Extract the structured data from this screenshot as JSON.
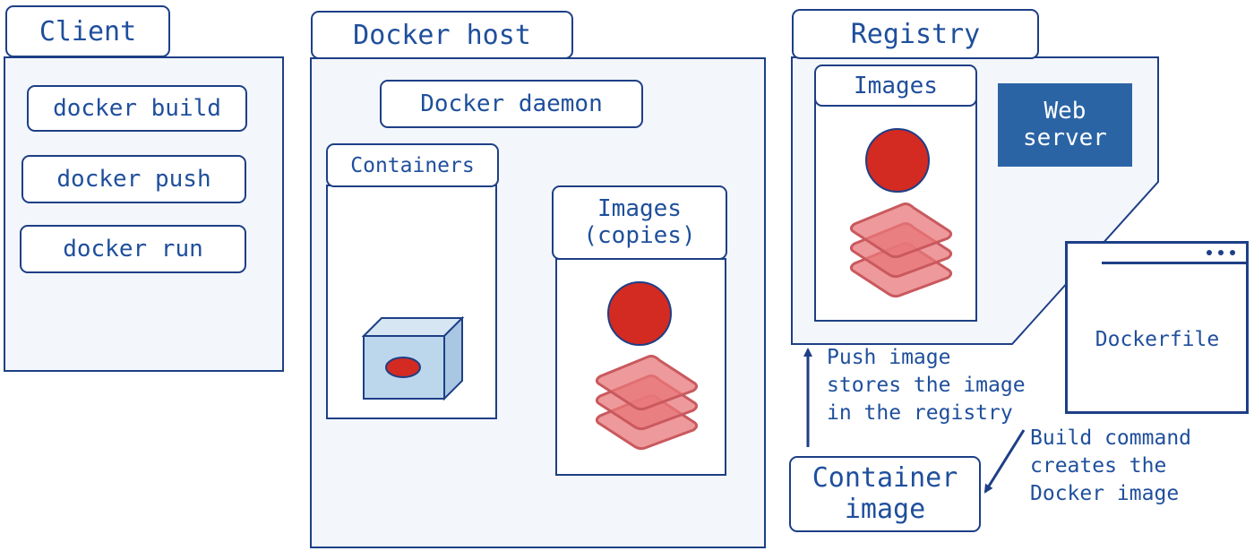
{
  "client": {
    "title": "Client",
    "commands": [
      "docker build",
      "docker push",
      "docker run"
    ]
  },
  "host": {
    "title": "Docker host",
    "daemon": "Docker daemon",
    "containers": "Containers",
    "images": "Images\n(copies)"
  },
  "registry": {
    "title": "Registry",
    "images": "Images",
    "web_server": "Web\nserver"
  },
  "dockerfile": {
    "label": "Dockerfile"
  },
  "container_image": {
    "label": "Container\nimage"
  },
  "notes": {
    "push": "Push image\nstores the image\nin the registry",
    "build": "Build command\ncreates the\nDocker image"
  },
  "colors": {
    "accent": "#1d3f86",
    "text": "#1f4f9c",
    "panel_fill": "#f3f6fb",
    "image_red": "#d32a22",
    "layer_pink": "#e8777a",
    "web_server_fill": "#2b64a5",
    "container_cube": "#bcd6ec"
  }
}
